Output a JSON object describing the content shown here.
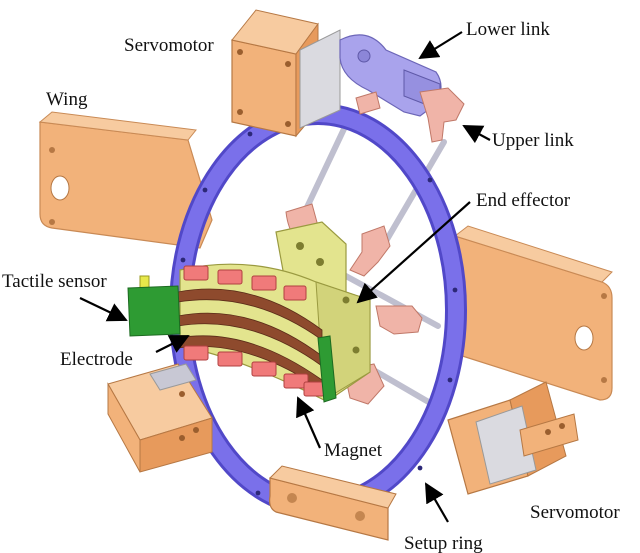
{
  "labels": {
    "servomotor_top": "Servomotor",
    "lower_link": "Lower link",
    "wing": "Wing",
    "upper_link": "Upper link",
    "end_effector": "End effector",
    "tactile_sensor": "Tactile sensor",
    "electrode": "Electrode",
    "magnet": "Magnet",
    "servomotor_bottom": "Servomotor",
    "setup_ring": "Setup ring"
  },
  "colors": {
    "orange": "#F2B27A",
    "ring": "#7268E6",
    "lavender": "#A9A3EC",
    "pink": "#F0B4A8",
    "yellow": "#E3E48E",
    "brown": "#8E4A2D",
    "red": "#F07A7A",
    "green": "#2E9B33",
    "rod": "#C9C9D6"
  }
}
